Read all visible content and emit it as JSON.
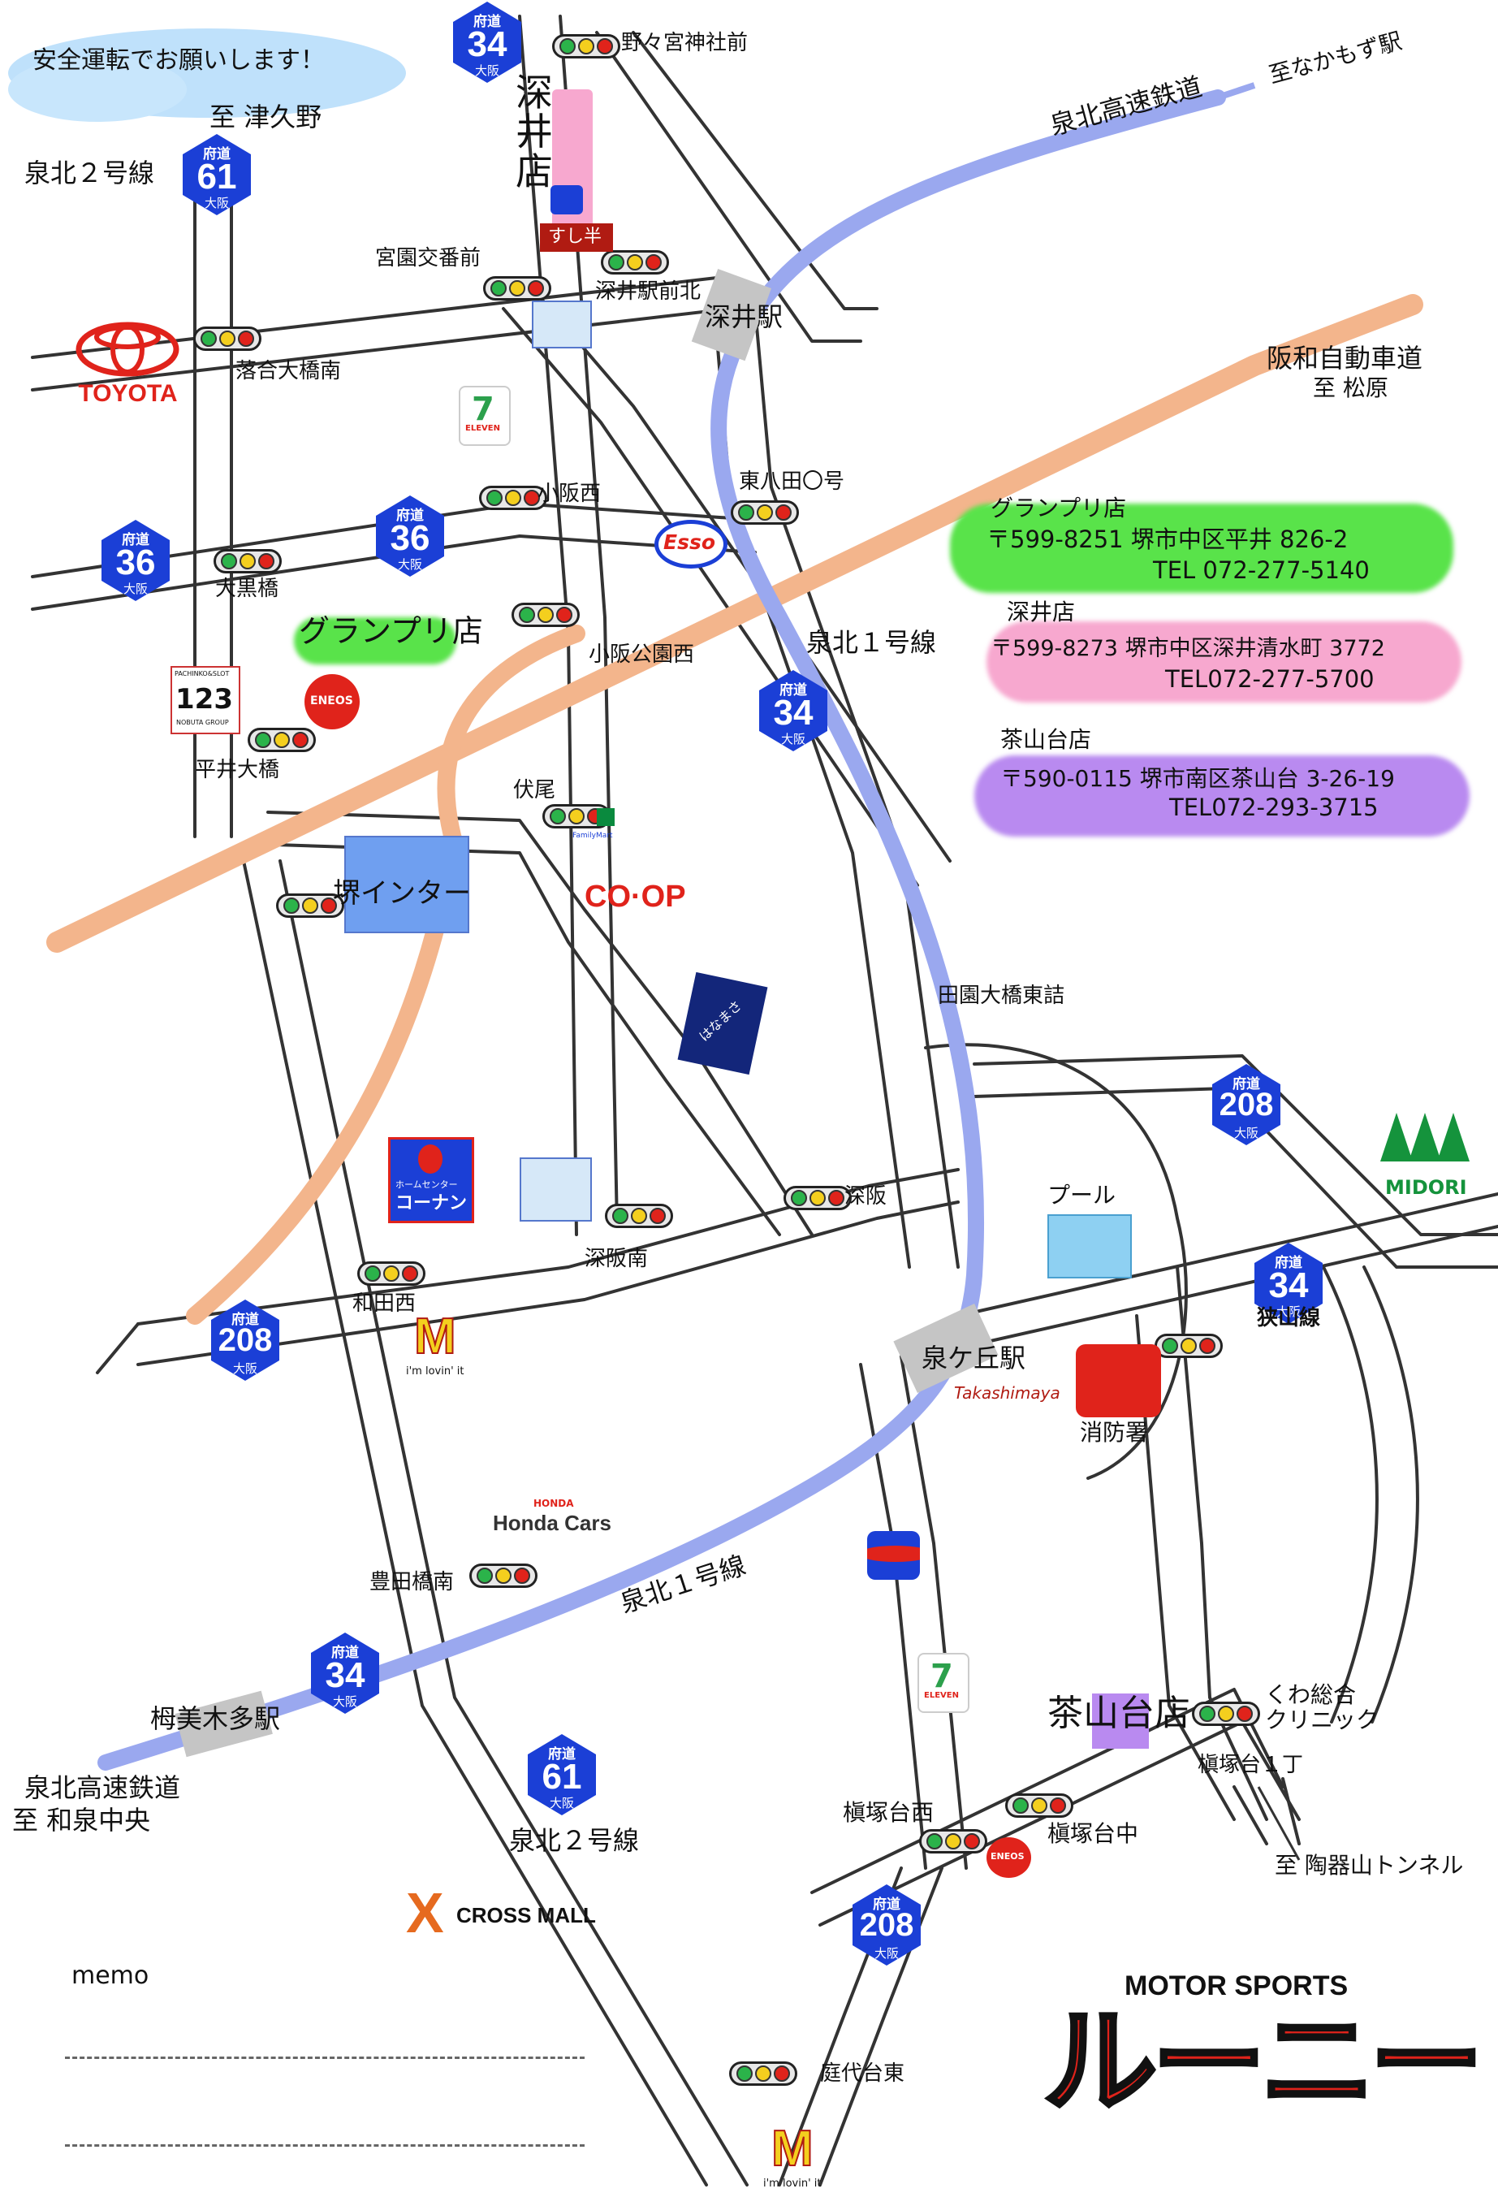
{
  "header": {
    "safety_message": "安全運転でお願いします！"
  },
  "roads": {
    "senboku_2": "泉北２号線",
    "senboku_2_lower": "泉北２号線",
    "senboku_1": "泉北１号線",
    "senboku_1_lower": "泉北１号線",
    "hanwa_expressway": "阪和自動車道",
    "senboku_rail": "泉北高速鉄道",
    "senboku_rail_lower": "泉北高速鉄道",
    "sayama_line": "狭山線"
  },
  "directions": {
    "to_tsukuno": "至 津久野",
    "to_nakamozu": "至なかもず駅",
    "to_matsubara": "至 松原",
    "to_izumichuo": "至 和泉中央",
    "to_toukiyama": "至 陶器山トンネル"
  },
  "route_shields": {
    "kind": "府道",
    "pref": "大阪",
    "r34": "34",
    "r61": "61",
    "r36": "36",
    "r208": "208"
  },
  "stations": {
    "fukai": "深井駅",
    "izumigaoka": "泉ケ丘駅",
    "toga_mikita": "栂美木多駅"
  },
  "intersections": {
    "nonomiya": "野々宮神社前",
    "miyazono": "宮園交番前",
    "fukai_ekimae_kita": "深井駅前北",
    "ochiai_ohashi_minami": "落合大橋南",
    "kosaka_nishi": "小阪西",
    "higashi_hatta": "東八田〇号",
    "ookurobashi": "大黒橋",
    "kosaka_koen_nishi": "小阪公園西",
    "hirai_ohashi": "平井大橋",
    "fuseo": "伏尾",
    "sakai_ic": "堺インター",
    "denen_ohashi_higashi": "田園大橋東詰",
    "fukasaka": "深阪",
    "fukasaka_minami": "深阪南",
    "wadanishi": "和田西",
    "toyodabashi_minami": "豊田橋南",
    "makitsuka_1": "槇塚台１丁",
    "makitsuka_nishi": "槇塚台西",
    "makitsuka_naka": "槇塚台中",
    "niwashiro_higashi": "庭代台東"
  },
  "landmarks": {
    "pool": "プール",
    "fire_station": "消防署",
    "clinic": "くわ総合\nクリニック",
    "honda_word": "HONDA",
    "honda_cars": "Honda Cars",
    "toyota": "TOYOTA",
    "eneos": "ENEOS",
    "esso": "Esso",
    "coop": "CO·OP",
    "familymart": "FamilyMart",
    "konan_top": "ホームセンター",
    "konan": "コーナン",
    "mcd_slogan": "i'm lovin' it",
    "takashimaya": "Takashimaya",
    "midori": "MIDORI",
    "cross_mall": "CROSS MALL",
    "seven_eleven": "ELEVEN",
    "pachinko": "123",
    "pachinko_top": "PACHINKO&SLOT",
    "pachinko_sub": "NOBUTA GROUP",
    "sushi": "すし半",
    "hanamasa": "はなまさ"
  },
  "shops": {
    "grandprix_label": "グランプリ店",
    "fukai_label": "深井店",
    "chayamadai_label": "茶山台店",
    "grandprix": {
      "name": "グランプリ店",
      "address": "〒599-8251 堺市中区平井 826-2",
      "tel": "TEL 072-277-5140"
    },
    "fukai": {
      "name": "深井店",
      "address": "〒599-8273 堺市中区深井清水町 3772",
      "tel": "TEL072-277-5700"
    },
    "chayamadai": {
      "name": "茶山台店",
      "address": "〒590-0115 堺市南区茶山台 3-26-19",
      "tel": "TEL072-293-3715"
    }
  },
  "footer": {
    "memo": "memo",
    "motor_sports": "MOTOR SPORTS",
    "brand": "ルーニー"
  },
  "colors": {
    "grandprix": "#59e34a",
    "fukai": "#f7a8cf",
    "chayamadai": "#b98af0",
    "rail": "#9aa8ef",
    "expressway": "#f3b58c",
    "sakai_ic": "#6f9ff0",
    "shield": "#1b3fd6",
    "brand_red": "#e0231b"
  }
}
